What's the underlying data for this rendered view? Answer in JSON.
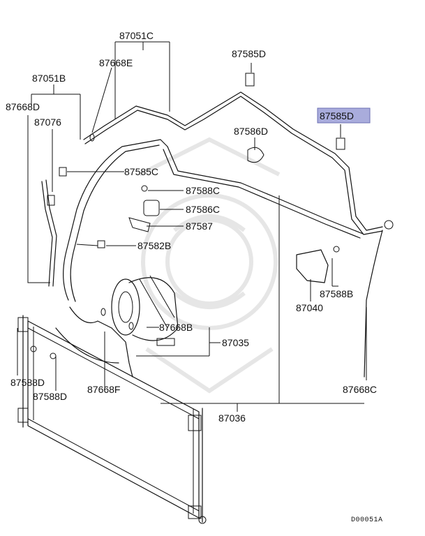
{
  "diagram": {
    "highlight_color": "#a9acdc",
    "labels": {
      "p87051C": "87051C",
      "p87668E": "87668E",
      "p87585D_top": "87585D",
      "p87051B": "87051B",
      "p87668D_left": "87668D",
      "p87076": "87076",
      "p87585D_hl": "87585D",
      "p87586D": "87586D",
      "p87585C": "87585C",
      "p87588C": "87588C",
      "p87586C": "87586C",
      "p87587": "87587",
      "p87582B": "87582B",
      "p87588B": "87588B",
      "p87040": "87040",
      "p87668B": "87668B",
      "p87035": "87035",
      "p87588D_a": "87588D",
      "p87588D_b": "87588D",
      "p87668F": "87668F",
      "p87036": "87036",
      "p87668C": "87668C"
    },
    "code": "D00051A"
  }
}
